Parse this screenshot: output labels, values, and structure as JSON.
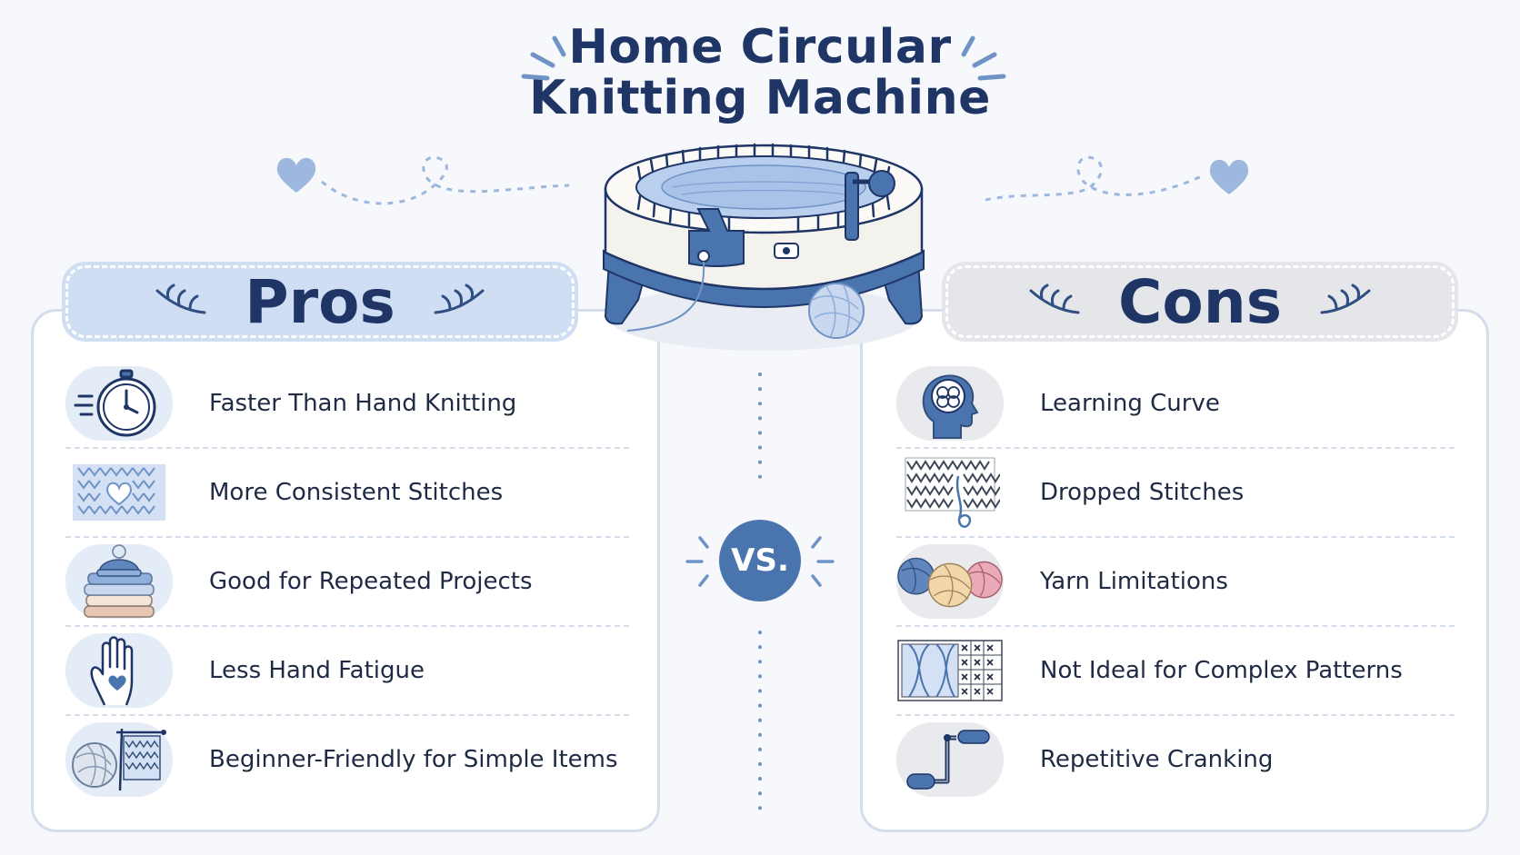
{
  "title_line1": "Home Circular",
  "title_line2": "Knitting Machine",
  "vs_label": "VS.",
  "colors": {
    "navy": "#1f3566",
    "accent_blue": "#4a74ad",
    "pros_banner": "#d0def4",
    "cons_banner": "#e5e6ea",
    "panel_border": "#d3ddec"
  },
  "pros": {
    "heading": "Pros",
    "items": [
      {
        "label": "Faster Than Hand Knitting",
        "icon": "stopwatch-icon"
      },
      {
        "label": "More Consistent Stitches",
        "icon": "knit-fabric-heart-icon"
      },
      {
        "label": "Good for Repeated Projects",
        "icon": "folded-knits-beanie-icon"
      },
      {
        "label": "Less Hand Fatigue",
        "icon": "hand-heart-icon"
      },
      {
        "label": "Beginner-Friendly for Simple Items",
        "icon": "yarn-and-needles-icon"
      }
    ]
  },
  "cons": {
    "heading": "Cons",
    "items": [
      {
        "label": "Learning Curve",
        "icon": "head-brain-icon"
      },
      {
        "label": "Dropped Stitches",
        "icon": "dropped-stitch-icon"
      },
      {
        "label": "Yarn Limitations",
        "icon": "yarn-balls-icon"
      },
      {
        "label": "Not Ideal for Complex Patterns",
        "icon": "pattern-chart-icon"
      },
      {
        "label": "Repetitive Cranking",
        "icon": "crank-handle-icon"
      }
    ]
  }
}
